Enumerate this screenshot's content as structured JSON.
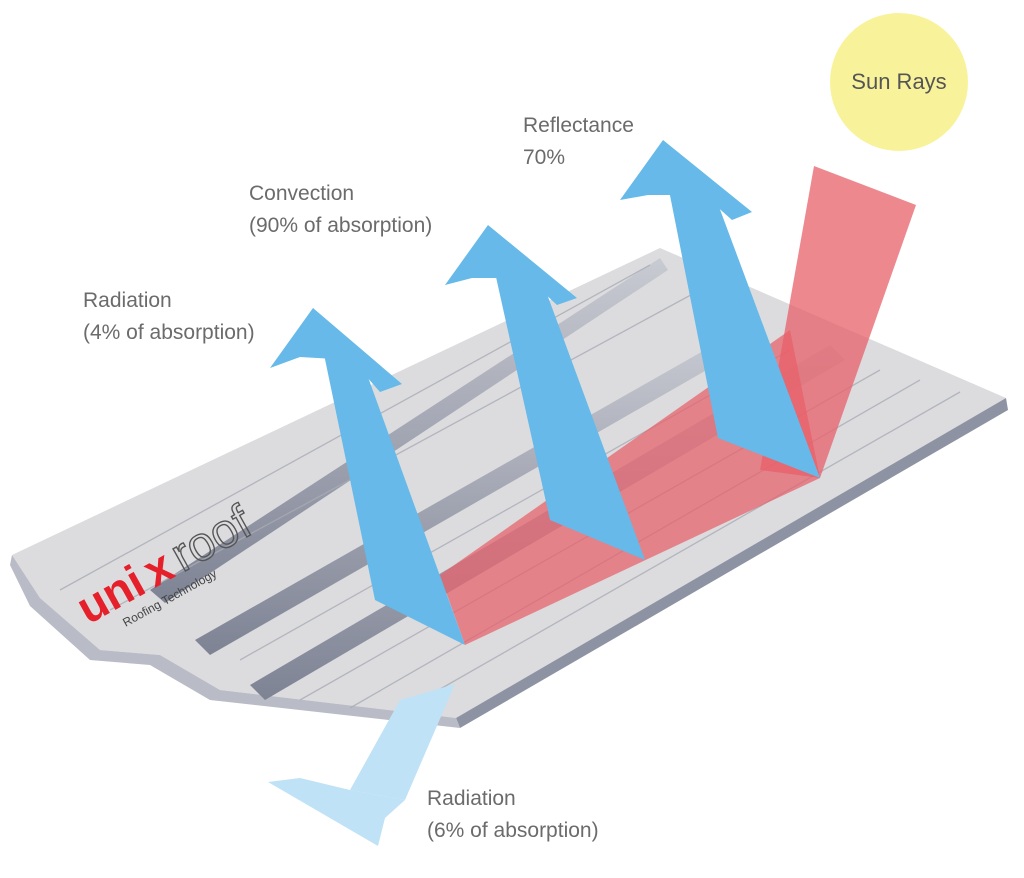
{
  "sun": {
    "label": "Sun Rays"
  },
  "labels": {
    "reflectance": {
      "line1": "Reflectance",
      "line2": "70%"
    },
    "convection": {
      "line1": "Convection",
      "line2": "(90% of absorption)"
    },
    "radiation_top": {
      "line1": "Radiation",
      "line2": "(4% of absorption)"
    },
    "radiation_bottom": {
      "line1": "Radiation",
      "line2": "(6% of absorption)"
    }
  },
  "logo": {
    "brand_red": "uni",
    "brand_x": "x",
    "brand_gray": "roof",
    "tagline": "Roofing Technology"
  },
  "colors": {
    "sun": "#f8f39a",
    "solar_ray": "#e8606a",
    "arrow_blue": "#66b9e8",
    "arrow_light_blue": "#bfe2f6",
    "roof_sheet": "#d9d9db",
    "brand_red": "#e5202a"
  }
}
